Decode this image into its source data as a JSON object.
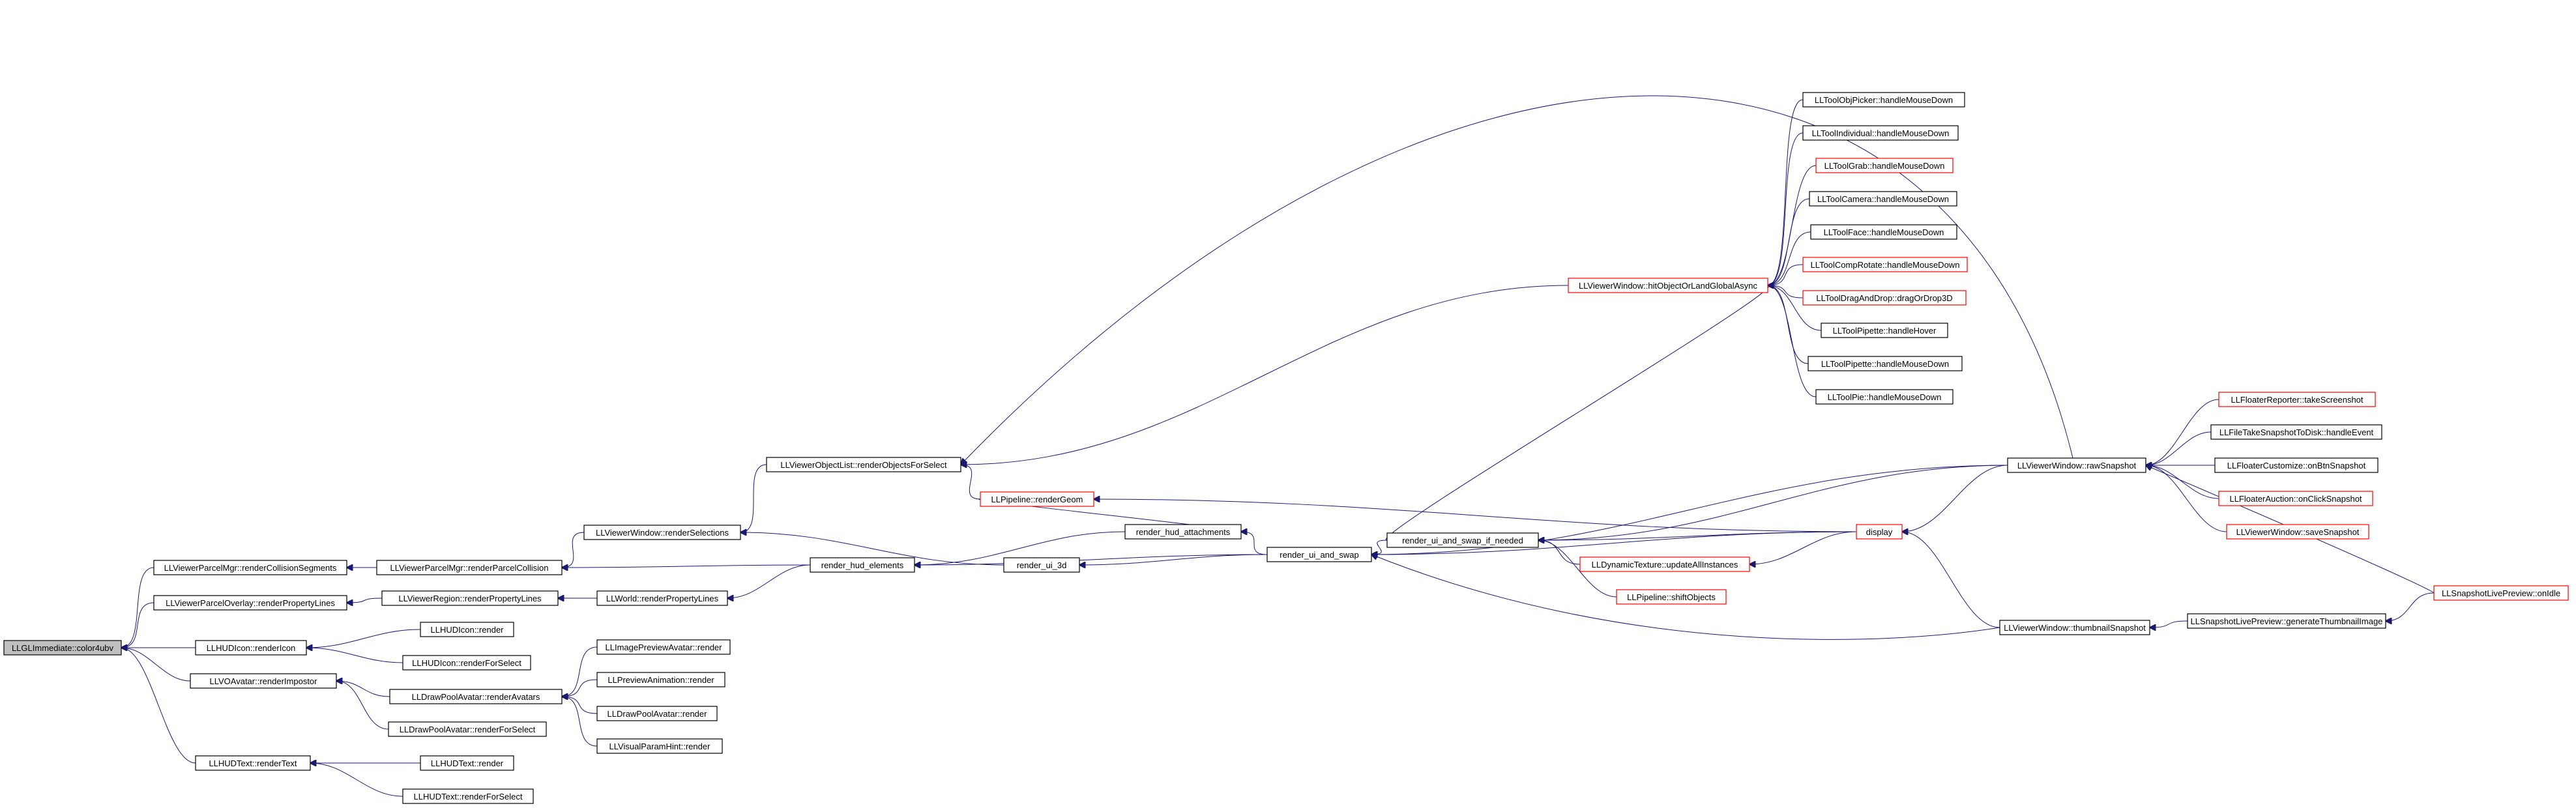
{
  "colors": {
    "edge": "#191970",
    "border_normal": "#000000",
    "border_truncated": "#ff0000",
    "root_fill": "#bfbfbf",
    "node_fill": "#ffffff"
  },
  "nodes": [
    {
      "id": "n0",
      "label": "LLGLImmediate::color4ubv",
      "style": "root"
    },
    {
      "id": "n1",
      "label": "LLViewerParcelMgr::renderCollisionSegments",
      "style": "normal"
    },
    {
      "id": "n2",
      "label": "LLViewerParcelOverlay::renderPropertyLines",
      "style": "normal"
    },
    {
      "id": "n3",
      "label": "LLHUDIcon::renderIcon",
      "style": "normal"
    },
    {
      "id": "n4",
      "label": "LLVOAvatar::renderImpostor",
      "style": "normal"
    },
    {
      "id": "n5",
      "label": "LLHUDText::renderText",
      "style": "normal"
    },
    {
      "id": "n6",
      "label": "LLViewerParcelMgr::renderParcelCollision",
      "style": "normal"
    },
    {
      "id": "n7",
      "label": "LLViewerRegion::renderPropertyLines",
      "style": "normal"
    },
    {
      "id": "n8",
      "label": "LLHUDIcon::render",
      "style": "normal"
    },
    {
      "id": "n9",
      "label": "LLHUDIcon::renderForSelect",
      "style": "normal"
    },
    {
      "id": "n10",
      "label": "LLDrawPoolAvatar::renderAvatars",
      "style": "normal"
    },
    {
      "id": "n11",
      "label": "LLDrawPoolAvatar::renderForSelect",
      "style": "normal"
    },
    {
      "id": "n12",
      "label": "LLHUDText::render",
      "style": "normal"
    },
    {
      "id": "n13",
      "label": "LLHUDText::renderForSelect",
      "style": "normal"
    },
    {
      "id": "n14",
      "label": "LLViewerWindow::renderSelections",
      "style": "normal"
    },
    {
      "id": "n15",
      "label": "LLWorld::renderPropertyLines",
      "style": "normal"
    },
    {
      "id": "n16",
      "label": "LLImagePreviewAvatar::render",
      "style": "normal"
    },
    {
      "id": "n17",
      "label": "LLPreviewAnimation::render",
      "style": "normal"
    },
    {
      "id": "n18",
      "label": "LLDrawPoolAvatar::render",
      "style": "normal"
    },
    {
      "id": "n19",
      "label": "LLVisualParamHint::render",
      "style": "normal"
    },
    {
      "id": "n20",
      "label": "LLViewerObjectList::renderObjectsForSelect",
      "style": "normal"
    },
    {
      "id": "n21",
      "label": "render_hud_elements",
      "style": "normal"
    },
    {
      "id": "n22",
      "label": "LLPipeline::renderGeom",
      "style": "truncated"
    },
    {
      "id": "n23",
      "label": "render_hud_attachments",
      "style": "normal"
    },
    {
      "id": "n24",
      "label": "render_ui_3d",
      "style": "normal"
    },
    {
      "id": "n25",
      "label": "render_ui_and_swap",
      "style": "normal"
    },
    {
      "id": "n26",
      "label": "render_ui_and_swap_if_needed",
      "style": "normal"
    },
    {
      "id": "n27",
      "label": "LLDynamicTexture::updateAllInstances",
      "style": "truncated"
    },
    {
      "id": "n28",
      "label": "LLPipeline::shiftObjects",
      "style": "truncated"
    },
    {
      "id": "n29",
      "label": "LLViewerWindow::hitObjectOrLandGlobalAsync",
      "style": "truncated"
    },
    {
      "id": "n30",
      "label": "LLToolObjPicker::handleMouseDown",
      "style": "normal"
    },
    {
      "id": "n31",
      "label": "LLToolIndividual::handleMouseDown",
      "style": "normal"
    },
    {
      "id": "n32",
      "label": "LLToolGrab::handleMouseDown",
      "style": "truncated"
    },
    {
      "id": "n33",
      "label": "LLToolCamera::handleMouseDown",
      "style": "normal"
    },
    {
      "id": "n34",
      "label": "LLToolFace::handleMouseDown",
      "style": "normal"
    },
    {
      "id": "n35",
      "label": "LLToolCompRotate::handleMouseDown",
      "style": "truncated"
    },
    {
      "id": "n36",
      "label": "LLToolDragAndDrop::dragOrDrop3D",
      "style": "truncated"
    },
    {
      "id": "n37",
      "label": "LLToolPipette::handleHover",
      "style": "normal"
    },
    {
      "id": "n38",
      "label": "LLToolPipette::handleMouseDown",
      "style": "normal"
    },
    {
      "id": "n39",
      "label": "LLToolPie::handleMouseDown",
      "style": "normal"
    },
    {
      "id": "n40",
      "label": "display",
      "style": "truncated"
    },
    {
      "id": "n41",
      "label": "LLViewerWindow::rawSnapshot",
      "style": "normal"
    },
    {
      "id": "n42",
      "label": "LLViewerWindow::thumbnailSnapshot",
      "style": "normal"
    },
    {
      "id": "n43",
      "label": "LLSnapshotLivePreview::generateThumbnailImage",
      "style": "normal"
    },
    {
      "id": "n44",
      "label": "LLFloaterReporter::takeScreenshot",
      "style": "truncated"
    },
    {
      "id": "n45",
      "label": "LLFileTakeSnapshotToDisk::handleEvent",
      "style": "normal"
    },
    {
      "id": "n46",
      "label": "LLFloaterCustomize::onBtnSnapshot",
      "style": "normal"
    },
    {
      "id": "n47",
      "label": "LLFloaterAuction::onClickSnapshot",
      "style": "truncated"
    },
    {
      "id": "n48",
      "label": "LLViewerWindow::saveSnapshot",
      "style": "truncated"
    },
    {
      "id": "n49",
      "label": "LLSnapshotLivePreview::onIdle",
      "style": "truncated"
    }
  ],
  "edges": [
    [
      "n1",
      "n0"
    ],
    [
      "n2",
      "n0"
    ],
    [
      "n3",
      "n0"
    ],
    [
      "n4",
      "n0"
    ],
    [
      "n5",
      "n0"
    ],
    [
      "n6",
      "n1"
    ],
    [
      "n7",
      "n2"
    ],
    [
      "n8",
      "n3"
    ],
    [
      "n9",
      "n3"
    ],
    [
      "n10",
      "n4"
    ],
    [
      "n11",
      "n4"
    ],
    [
      "n12",
      "n5"
    ],
    [
      "n13",
      "n5"
    ],
    [
      "n14",
      "n6"
    ],
    [
      "n21",
      "n6"
    ],
    [
      "n15",
      "n7"
    ],
    [
      "n16",
      "n10"
    ],
    [
      "n17",
      "n10"
    ],
    [
      "n18",
      "n10"
    ],
    [
      "n19",
      "n10"
    ],
    [
      "n20",
      "n14"
    ],
    [
      "n24",
      "n14"
    ],
    [
      "n21",
      "n15"
    ],
    [
      "n22",
      "n20"
    ],
    [
      "n29",
      "n20"
    ],
    [
      "n41",
      "n20"
    ],
    [
      "n23",
      "n21"
    ],
    [
      "n25",
      "n21"
    ],
    [
      "n22",
      "n23"
    ],
    [
      "n25",
      "n23"
    ],
    [
      "n25",
      "n24"
    ],
    [
      "n26",
      "n25"
    ],
    [
      "n40",
      "n25"
    ],
    [
      "n41",
      "n25"
    ],
    [
      "n42",
      "n25"
    ],
    [
      "n40",
      "n22"
    ],
    [
      "n27",
      "n26"
    ],
    [
      "n28",
      "n26"
    ],
    [
      "n40",
      "n26"
    ],
    [
      "n41",
      "n26"
    ],
    [
      "n26",
      "n29"
    ],
    [
      "n30",
      "n29"
    ],
    [
      "n31",
      "n29"
    ],
    [
      "n32",
      "n29"
    ],
    [
      "n33",
      "n29"
    ],
    [
      "n34",
      "n29"
    ],
    [
      "n35",
      "n29"
    ],
    [
      "n36",
      "n29"
    ],
    [
      "n37",
      "n29"
    ],
    [
      "n38",
      "n29"
    ],
    [
      "n39",
      "n29"
    ],
    [
      "n40",
      "n27"
    ],
    [
      "n41",
      "n40"
    ],
    [
      "n42",
      "n40"
    ],
    [
      "n44",
      "n41"
    ],
    [
      "n45",
      "n41"
    ],
    [
      "n46",
      "n41"
    ],
    [
      "n47",
      "n41"
    ],
    [
      "n48",
      "n41"
    ],
    [
      "n49",
      "n41"
    ],
    [
      "n43",
      "n42"
    ],
    [
      "n49",
      "n43"
    ]
  ]
}
